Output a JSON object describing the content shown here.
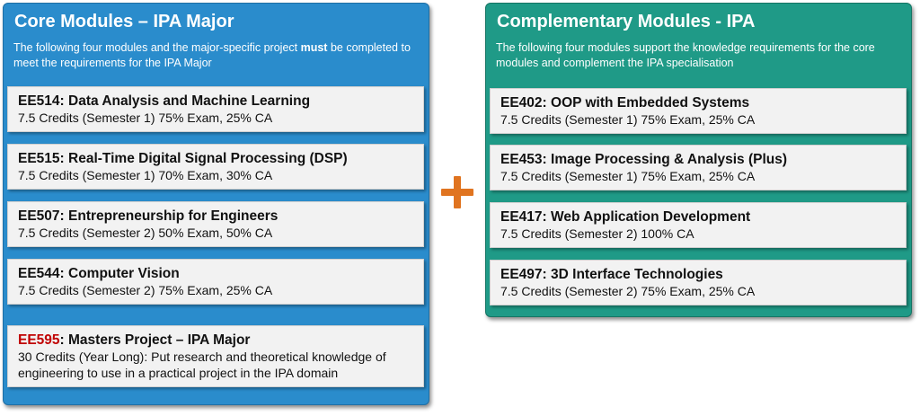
{
  "core": {
    "title": "Core Modules – IPA Major",
    "desc_pre": "The following four modules and the major-specific project ",
    "desc_bold": "must",
    "desc_post": " be completed to meet the requirements for the IPA Major",
    "modules": [
      {
        "code": "EE514",
        "name": ": Data Analysis and Machine Learning",
        "detail": "7.5 Credits (Semester 1) 75% Exam, 25% CA"
      },
      {
        "code": "EE515",
        "name": ": Real-Time Digital Signal Processing (DSP)",
        "detail": "7.5 Credits (Semester 1) 70% Exam, 30% CA"
      },
      {
        "code": "EE507",
        "name": ": Entrepreneurship for Engineers",
        "detail": "7.5 Credits (Semester 2) 50% Exam, 50% CA"
      },
      {
        "code": "EE544",
        "name": ": Computer Vision",
        "detail": "7.5 Credits (Semester 2) 75% Exam, 25% CA"
      }
    ],
    "project": {
      "code": "EE595",
      "name": ": Masters Project – IPA Major",
      "detail": "30 Credits (Year Long): Put research and theoretical knowledge of engineering to use in a practical project in the IPA domain"
    }
  },
  "complementary": {
    "title": "Complementary Modules - IPA",
    "desc": "The following four modules support the knowledge requirements for the core modules and complement the IPA specialisation",
    "modules": [
      {
        "code": "EE402",
        "name": ": OOP with Embedded Systems",
        "detail": "7.5 Credits (Semester 1) 75% Exam, 25% CA"
      },
      {
        "code": "EE453",
        "name": ": Image Processing & Analysis (Plus)",
        "detail": "7.5 Credits (Semester 1) 75% Exam, 25% CA"
      },
      {
        "code": "EE417",
        "name": ": Web Application Development",
        "detail": "7.5 Credits (Semester 2) 100% CA"
      },
      {
        "code": "EE497",
        "name": ": 3D Interface Technologies",
        "detail": "7.5 Credits (Semester 2) 75% Exam, 25% CA"
      }
    ]
  },
  "colors": {
    "core_panel": "#2a8ccc",
    "comp_panel": "#1f9a87",
    "plus": "#e07420",
    "project_code": "#c00000"
  },
  "connector_icon": "plus-icon"
}
